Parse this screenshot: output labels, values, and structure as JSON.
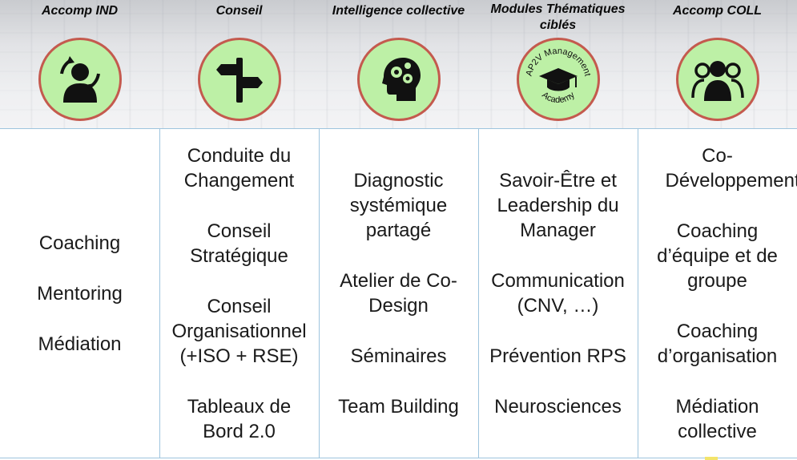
{
  "columns": [
    {
      "title": "Accomp IND",
      "icon": "person-refresh-icon",
      "items": [
        "Coaching",
        "Mentoring",
        "Médiation"
      ]
    },
    {
      "title": "Conseil",
      "icon": "signpost-icon",
      "items": [
        "Conduite du Changement",
        "Conseil Stratégique",
        "Conseil Organisationnel (+ISO + RSE)",
        "Tableaux de Bord 2.0"
      ]
    },
    {
      "title": "Intelligence collective",
      "icon": "head-gears-icon",
      "items": [
        "Diagnostic systémique partagé",
        "Atelier de Co-Design",
        "Séminaires",
        "Team Building"
      ]
    },
    {
      "title": "Modules Thématiques ciblés",
      "icon": "graduation-cap-icon",
      "logo_text_top": "AP2V Management",
      "logo_text_bottom": "Academy",
      "items": [
        "Savoir-Être et Leadership du Manager",
        "Communication (CNV, …)",
        "Prévention RPS",
        "Neurosciences"
      ]
    },
    {
      "title": "Accomp COLL",
      "icon": "group-icon",
      "items": [
        "Co-Développement",
        "Coaching d’équipe et de groupe",
        "Coaching d’organisation",
        "Médiation collective"
      ]
    }
  ],
  "colors": {
    "badge_fill": "#bdf0a6",
    "badge_border": "#c45a4e",
    "grid_line": "#9ec4de"
  }
}
